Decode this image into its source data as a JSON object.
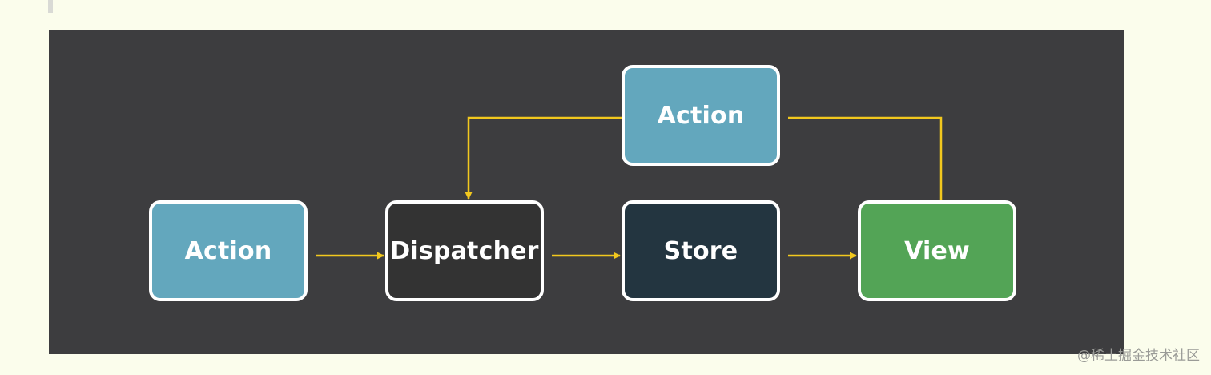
{
  "diagram": {
    "nodes": {
      "action_left": {
        "label": "Action",
        "color": "#63a7bd"
      },
      "dispatcher": {
        "label": "Dispatcher",
        "color": "#333333"
      },
      "store": {
        "label": "Store",
        "color": "#233540"
      },
      "view": {
        "label": "View",
        "color": "#53a456"
      },
      "action_top": {
        "label": "Action",
        "color": "#63a7bd"
      }
    },
    "edges": [
      {
        "from": "Action",
        "to": "Dispatcher"
      },
      {
        "from": "Dispatcher",
        "to": "Store"
      },
      {
        "from": "Store",
        "to": "View"
      },
      {
        "from": "View",
        "to": "Action"
      },
      {
        "from": "Action",
        "to": "Dispatcher"
      }
    ],
    "edge_color": "#f2c81e",
    "background_color": "#3d3d3f"
  },
  "watermark": "@稀土掘金技术社区"
}
